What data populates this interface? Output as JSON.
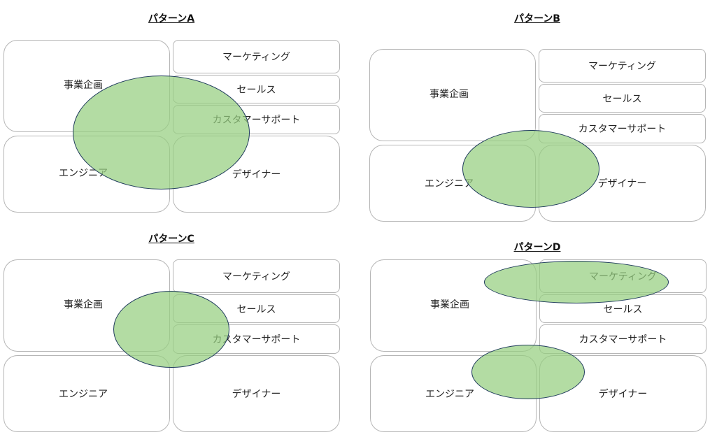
{
  "colors": {
    "ellipse_fill": "#a8d48f",
    "ellipse_stroke": "#1f3b5c",
    "box_border": "#b5b5b5"
  },
  "boxes": {
    "planning": "事業企画",
    "engineer": "エンジニア",
    "marketing": "マーケティング",
    "sales": "セールス",
    "support": "カスタマーサポート",
    "designer": "デザイナー"
  },
  "panels": [
    {
      "title": "パターンA"
    },
    {
      "title": "パターンB"
    },
    {
      "title": "パターンC"
    },
    {
      "title": "パターンD"
    }
  ]
}
